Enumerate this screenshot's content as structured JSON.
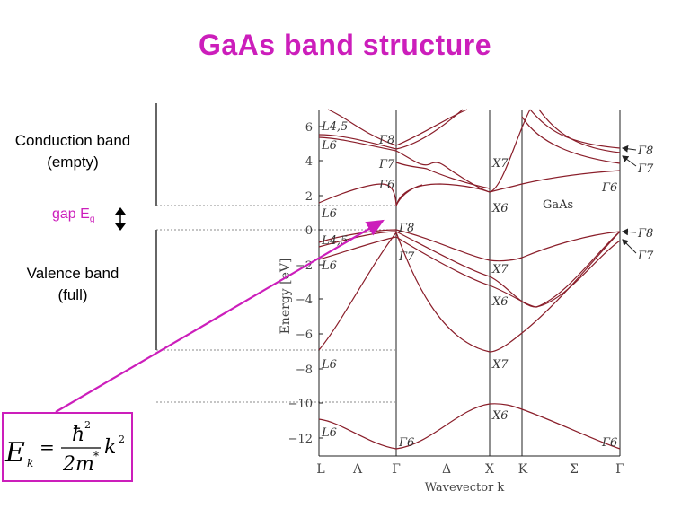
{
  "title": "GaAs band structure",
  "colors": {
    "accent": "#cc1ebb",
    "band_curve": "#8a1e2a",
    "axis": "#222222"
  },
  "left_panel": {
    "conduction_label_line1": "Conduction band",
    "conduction_label_line2": "(empty)",
    "gap_label": "gap E",
    "gap_label_sub": "g",
    "valence_label_line1": "Valence band",
    "valence_label_line2": "(full)"
  },
  "formula": {
    "lhs": "E",
    "lhs_sub": "k",
    "equals": "=",
    "numerator": "ħ",
    "numerator_sup": "2",
    "denominator": "2m",
    "denominator_sup": "*",
    "k": "k",
    "k_sup": "2"
  },
  "plot": {
    "y_axis_label": "Energy [eV]",
    "x_axis_label": "Wavevector k",
    "y_ticks": [
      "6",
      "4",
      "2",
      "0",
      "−2",
      "−4",
      "−6",
      "−8",
      "−10",
      "−12"
    ],
    "x_ticks": [
      "L",
      "Λ",
      "Γ",
      "Δ",
      "X",
      "K",
      "Σ",
      "Γ"
    ],
    "material_label": "GaAs",
    "point_labels": {
      "L45_top": "L4,5",
      "L6_top": "L6",
      "L6_mid": "L6",
      "L45_vb": "L4,5",
      "L6_vb": "L6",
      "L6_low": "L6",
      "L6_bottom": "L6",
      "G8_top": "Γ8",
      "G7_top": "Γ7",
      "G6_top": "Γ6",
      "G8_vb": "Γ8",
      "G7_vb": "Γ7",
      "G6_bottom": "Γ6",
      "X7_cb": "X7",
      "X6_cb": "X6",
      "X7_vb": "X7",
      "X6_vb": "X6",
      "X7_low": "X7",
      "X6_low": "X6",
      "G6_right_cb": "Γ6",
      "G6_right_bottom": "Γ6",
      "G8_right_top": "Γ8",
      "G7_right_top": "Γ7",
      "G8_right_vb": "Γ8",
      "G7_right_vb": "Γ7"
    }
  }
}
